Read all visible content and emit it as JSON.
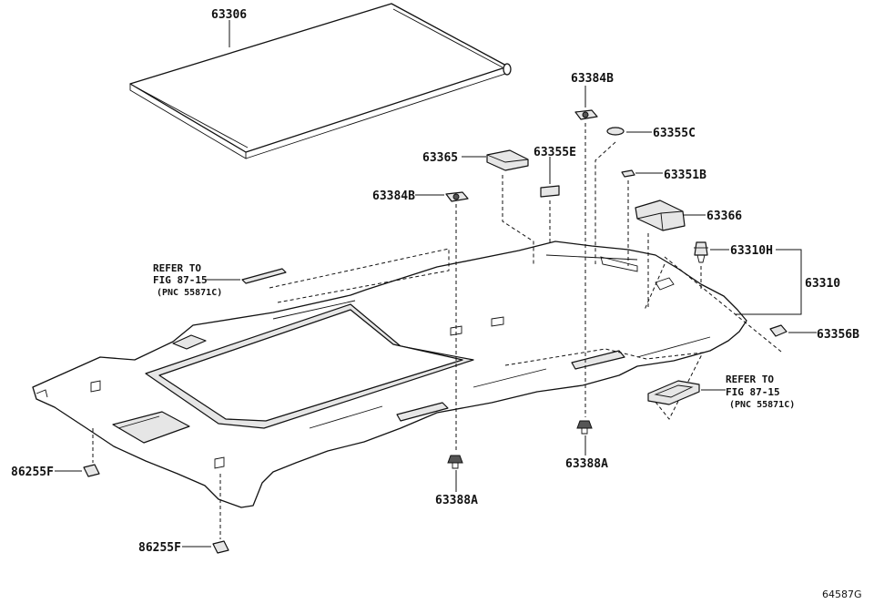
{
  "figure_code": "64587G",
  "labels": {
    "p63306": "63306",
    "p63384B_top": "63384B",
    "p63355C": "63355C",
    "p63365": "63365",
    "p63355E": "63355E",
    "p63351B": "63351B",
    "p63384B_left": "63384B",
    "p63366": "63366",
    "p63310H": "63310H",
    "p63310": "63310",
    "p63356B": "63356B",
    "p86255F_upper": "86255F",
    "p86255F_lower": "86255F",
    "p63388A_center": "63388A",
    "p63388A_right": "63388A"
  },
  "refer_left": {
    "line1": "REFER TO",
    "line2": "FIG 87-15",
    "line3": "(PNC 55871C)"
  },
  "refer_right": {
    "line1": "REFER TO",
    "line2": "FIG 87-15",
    "line3": "(PNC 55871C)"
  }
}
